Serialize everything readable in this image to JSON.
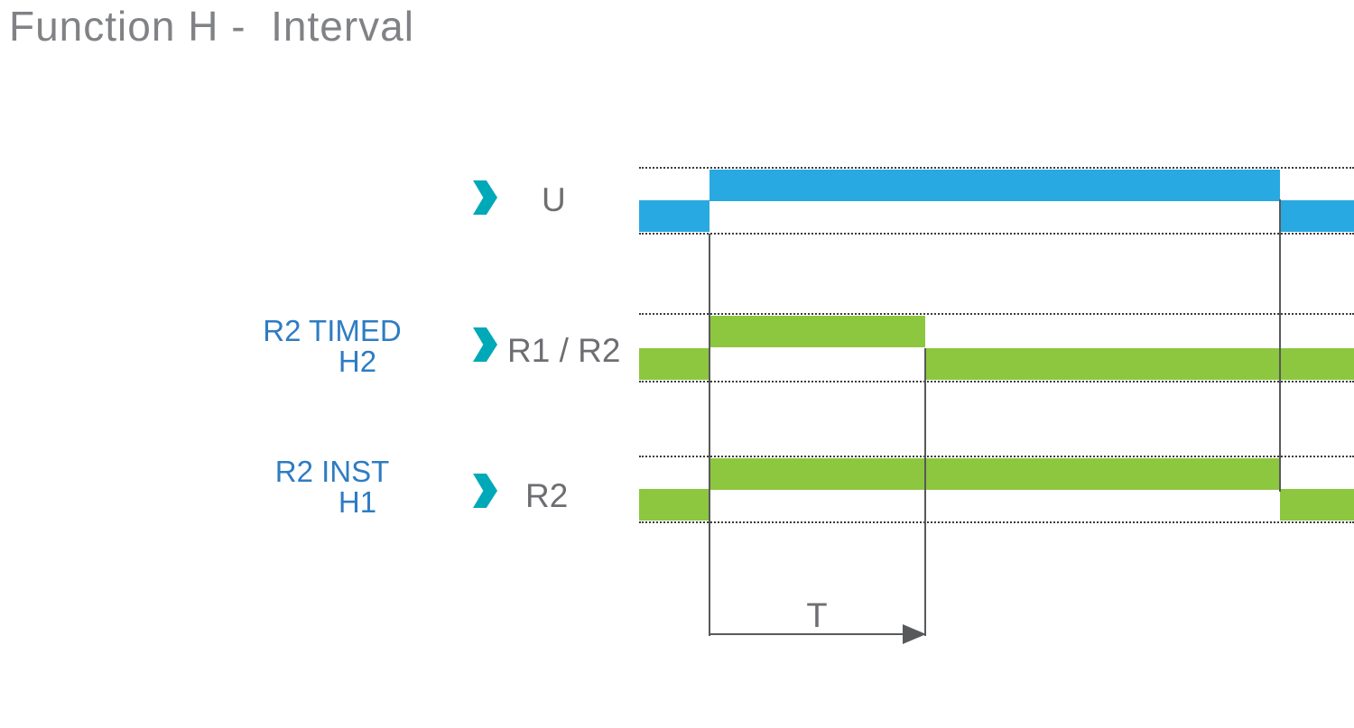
{
  "title": "Function H -  Interval",
  "t_label": "T",
  "colors": {
    "blue": "#29A9E1",
    "green": "#8DC63F",
    "teal": "#00A9B7",
    "label_blue": "#2E7CC3",
    "title_gray": "#808285",
    "signal_gray": "#6D6E71",
    "line_gray": "#58595B"
  },
  "rows": [
    {
      "signal": "U",
      "side_label": [],
      "color_key": "blue",
      "segments": [
        {
          "from": 708,
          "to": 786,
          "level": "low"
        },
        {
          "from": 786,
          "to": 1418,
          "level": "high"
        },
        {
          "from": 1418,
          "to": 1500,
          "level": "low"
        }
      ]
    },
    {
      "signal": "R1 / R2",
      "side_label": [
        "R2 TIMED",
        "H2"
      ],
      "color_key": "green",
      "segments": [
        {
          "from": 708,
          "to": 786,
          "level": "low"
        },
        {
          "from": 786,
          "to": 1025,
          "level": "high"
        },
        {
          "from": 1025,
          "to": 1500,
          "level": "low"
        }
      ]
    },
    {
      "signal": "R2",
      "side_label": [
        "R2 INST",
        "H1"
      ],
      "color_key": "green",
      "segments": [
        {
          "from": 708,
          "to": 786,
          "level": "low"
        },
        {
          "from": 786,
          "to": 1418,
          "level": "high"
        },
        {
          "from": 1418,
          "to": 1500,
          "level": "low"
        }
      ]
    }
  ]
}
